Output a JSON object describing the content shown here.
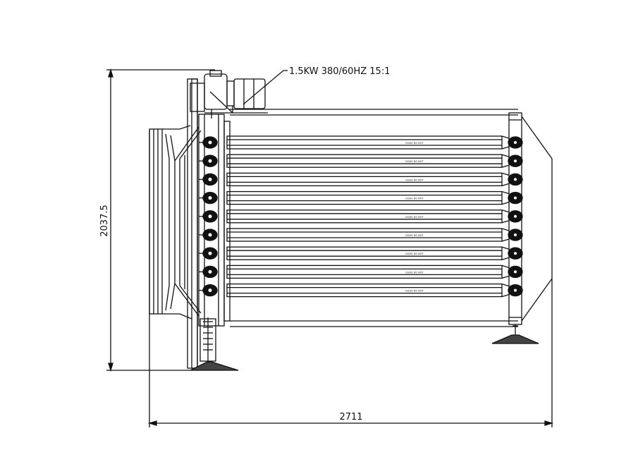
{
  "drawing": {
    "motor_spec": "1.5KW 380/60HZ 15:1",
    "dim_height": "2037.5",
    "dim_width": "2711",
    "tube_label": "ISSUE DO NOT",
    "roller_count": 9,
    "colors": {
      "ink": "#111111",
      "paper": "#ffffff"
    }
  }
}
